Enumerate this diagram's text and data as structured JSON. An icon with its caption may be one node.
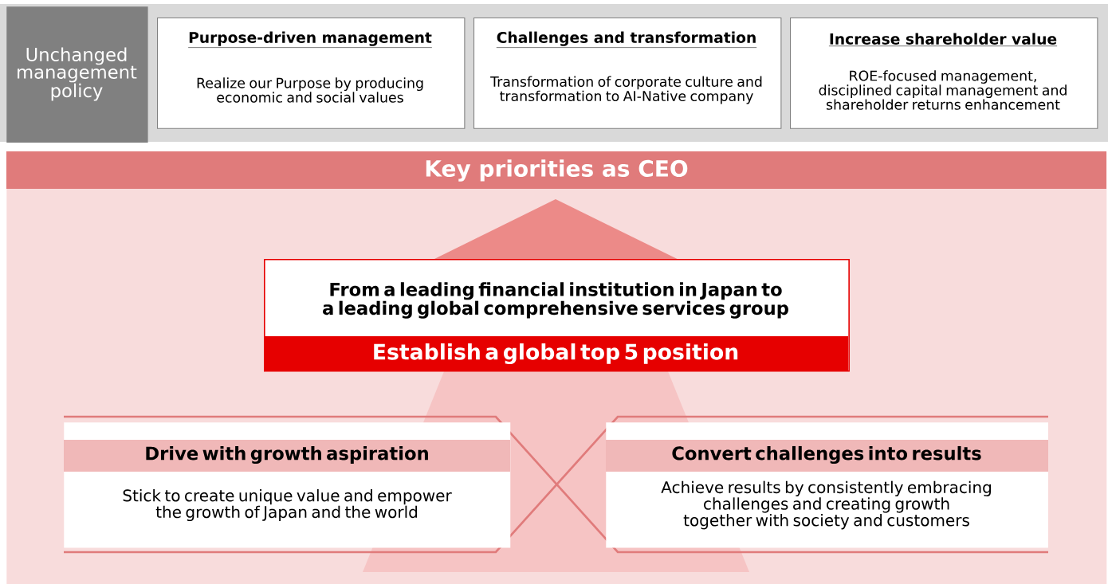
{
  "diagram": {
    "nodes": [
      {
        "text": [
          "Unchanged management policy"
        ]
      },
      {
        "text": [
          "Purpose-driven management",
          "Realize our Purpose by producing economic and social values"
        ]
      },
      {
        "text": [
          "Challenges and transformation",
          "Transformation of corporate culture and transformation to AI-Native company"
        ]
      },
      {
        "text": [
          "Increase shareholder value",
          "ROE-focused management, disciplined capital management and shareholder returns enhancement"
        ]
      },
      {
        "text": [
          "Key priorities as CEO"
        ]
      },
      {
        "text": [
          "From a leading financial institution in Japan to a leading global comprehensive services group",
          "Establish a global top 5 position"
        ],
        "in": 4
      },
      {
        "text": [
          "Drive with growth aspiration",
          "Stick to create unique value and empower the growth of Japan and the world"
        ],
        "in": 4
      },
      {
        "text": [
          "Convert challenges into results",
          "Achieve results by consistently embracing challenges and creating growth together with society and customers"
        ],
        "in": 4
      }
    ]
  }
}
